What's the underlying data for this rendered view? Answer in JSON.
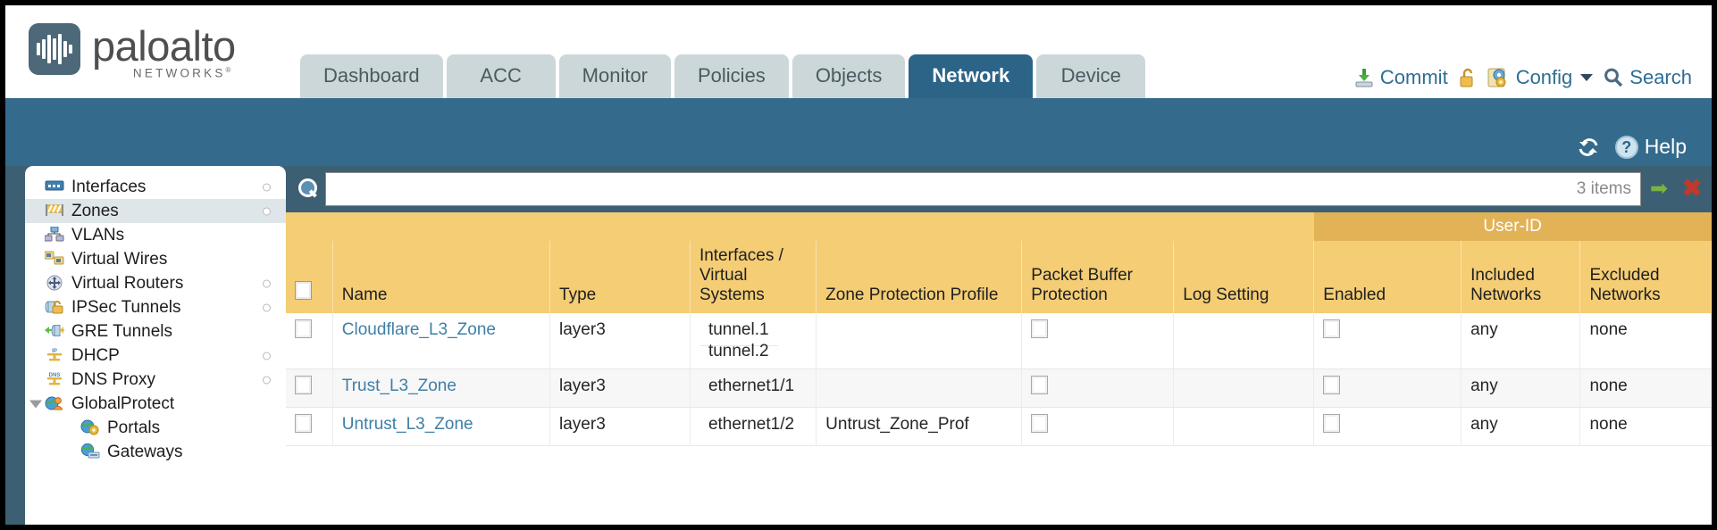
{
  "brand": {
    "word": "paloalto",
    "sub": "NETWORKS",
    "sup": "®"
  },
  "nav": {
    "tabs": [
      {
        "label": "Dashboard",
        "active": false
      },
      {
        "label": "ACC",
        "active": false
      },
      {
        "label": "Monitor",
        "active": false
      },
      {
        "label": "Policies",
        "active": false
      },
      {
        "label": "Objects",
        "active": false
      },
      {
        "label": "Network",
        "active": true
      },
      {
        "label": "Device",
        "active": false
      }
    ],
    "actions": {
      "commit": "Commit",
      "lock_icon": "padlock-unlocked-icon",
      "config": "Config",
      "search": "Search"
    }
  },
  "subbar": {
    "refresh_icon": "refresh-icon",
    "help": "Help"
  },
  "sidebar": {
    "items": [
      {
        "label": "Interfaces",
        "icon": "interfaces-icon",
        "selected": false,
        "dot": true,
        "child": false,
        "expander": false
      },
      {
        "label": "Zones",
        "icon": "zones-icon",
        "selected": true,
        "dot": true,
        "child": false,
        "expander": false
      },
      {
        "label": "VLANs",
        "icon": "vlans-icon",
        "selected": false,
        "dot": false,
        "child": false,
        "expander": false
      },
      {
        "label": "Virtual Wires",
        "icon": "virtual-wires-icon",
        "selected": false,
        "dot": false,
        "child": false,
        "expander": false
      },
      {
        "label": "Virtual Routers",
        "icon": "virtual-routers-icon",
        "selected": false,
        "dot": true,
        "child": false,
        "expander": false
      },
      {
        "label": "IPSec Tunnels",
        "icon": "ipsec-tunnels-icon",
        "selected": false,
        "dot": true,
        "child": false,
        "expander": false
      },
      {
        "label": "GRE Tunnels",
        "icon": "gre-tunnels-icon",
        "selected": false,
        "dot": false,
        "child": false,
        "expander": false
      },
      {
        "label": "DHCP",
        "icon": "dhcp-icon",
        "selected": false,
        "dot": true,
        "child": false,
        "expander": false
      },
      {
        "label": "DNS Proxy",
        "icon": "dns-proxy-icon",
        "selected": false,
        "dot": true,
        "child": false,
        "expander": false
      },
      {
        "label": "GlobalProtect",
        "icon": "globalprotect-icon",
        "selected": false,
        "dot": false,
        "child": false,
        "expander": true
      },
      {
        "label": "Portals",
        "icon": "portals-icon",
        "selected": false,
        "dot": false,
        "child": true,
        "expander": false
      },
      {
        "label": "Gateways",
        "icon": "gateways-icon",
        "selected": false,
        "dot": false,
        "child": true,
        "expander": false
      }
    ]
  },
  "search": {
    "value": "",
    "placeholder": "",
    "item_count": "3 items",
    "go_icon": "green-arrow-icon",
    "clear_icon": "red-x-icon"
  },
  "table": {
    "group_header": "User-ID",
    "columns": [
      "Name",
      "Type",
      "Interfaces / Virtual Systems",
      "Zone Protection Profile",
      "Packet Buffer Protection",
      "Log Setting",
      "Enabled",
      "Included Networks",
      "Excluded Networks"
    ],
    "rows": [
      {
        "name": "Cloudflare_L3_Zone",
        "type": "layer3",
        "interfaces": [
          "tunnel.1",
          "tunnel.2"
        ],
        "zone_protection_profile": "",
        "packet_buffer_protection": false,
        "log_setting": "",
        "userid_enabled": false,
        "included_networks": "any",
        "excluded_networks": "none"
      },
      {
        "name": "Trust_L3_Zone",
        "type": "layer3",
        "interfaces": [
          "ethernet1/1"
        ],
        "zone_protection_profile": "",
        "packet_buffer_protection": false,
        "log_setting": "",
        "userid_enabled": false,
        "included_networks": "any",
        "excluded_networks": "none"
      },
      {
        "name": "Untrust_L3_Zone",
        "type": "layer3",
        "interfaces": [
          "ethernet1/2"
        ],
        "zone_protection_profile": "Untrust_Zone_Prof",
        "packet_buffer_protection": false,
        "log_setting": "",
        "userid_enabled": false,
        "included_networks": "any",
        "excluded_networks": "none"
      }
    ]
  },
  "colors": {
    "active_tab": "#2c6488",
    "tab": "#ccd7d9",
    "subbar": "#346a8c",
    "body": "#3d5f73",
    "table_header": "#f4cd75",
    "group_header": "#e2b256",
    "link": "#3f7fa6"
  }
}
